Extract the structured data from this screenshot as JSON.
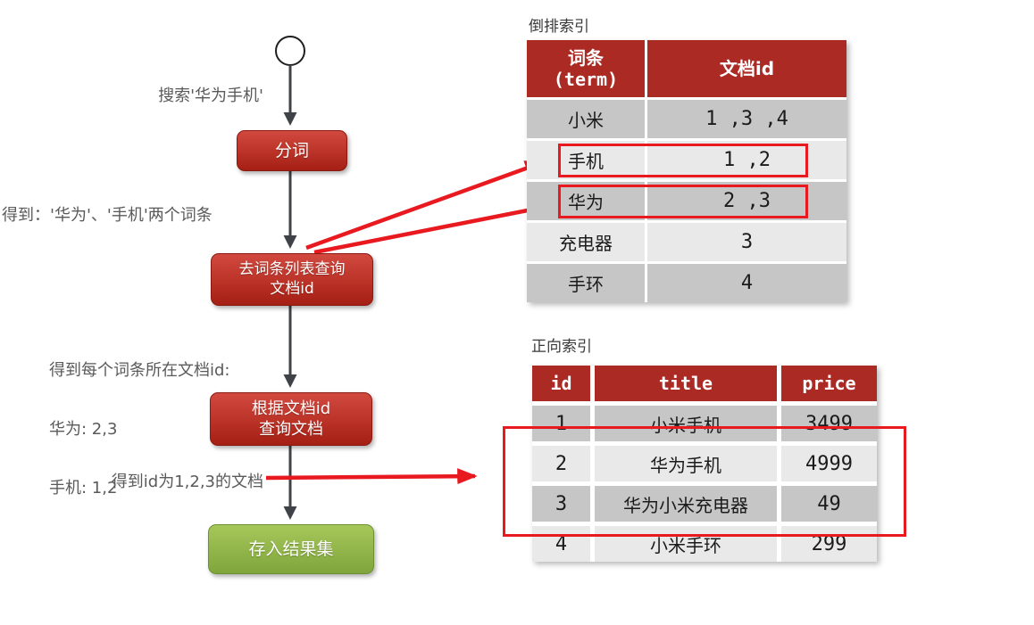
{
  "colors": {
    "accent_red": "#e8191f",
    "arrow_dark": "#3f4347",
    "label_gray": "#5a5a5a",
    "header_red": "#ac2a24",
    "row_dark": "#c6c6c6",
    "row_light": "#e9e9e9",
    "node_red_top": "#d1493f",
    "node_red_bottom": "#a41f14",
    "node_red_border": "#8a1a10",
    "node_green_top": "#a6c75a",
    "node_green_bottom": "#7fa53c",
    "node_green_border": "#6d9030"
  },
  "flowchart": {
    "nodes": {
      "segment": {
        "label": "分词"
      },
      "query_term_list": {
        "line1": "去词条列表查询",
        "line2": "文档id"
      },
      "query_docs": {
        "line1": "根据文档id",
        "line2": "查询文档"
      },
      "store_results": {
        "label": "存入结果集"
      }
    },
    "labels": {
      "search_input": "搜索'华为手机'",
      "terms_result": "得到：'华为'、'手机'两个词条",
      "docids_result_line1": "得到每个词条所在文档id:",
      "docids_result_line2": "华为: 2,3",
      "docids_result_line3": "手机: 1,2",
      "docs_result": "得到id为1,2,3的文档"
    }
  },
  "inverted_index": {
    "title": "倒排索引",
    "header": {
      "term_line1": "词条",
      "term_line2": "(term)",
      "docid": "文档id"
    },
    "rows": [
      {
        "term": "小米",
        "docids": "1 ,3 ,4"
      },
      {
        "term": "手机",
        "docids": "1 ,2"
      },
      {
        "term": "华为",
        "docids": "2 ,3"
      },
      {
        "term": "充电器",
        "docids": "3"
      },
      {
        "term": "手环",
        "docids": "4"
      }
    ]
  },
  "forward_index": {
    "title": "正向索引",
    "header": {
      "id": "id",
      "title": "title",
      "price": "price"
    },
    "rows": [
      {
        "id": "1",
        "title": "小米手机",
        "price": "3499"
      },
      {
        "id": "2",
        "title": "华为手机",
        "price": "4999"
      },
      {
        "id": "3",
        "title": "华为小米充电器",
        "price": "49"
      },
      {
        "id": "4",
        "title": "小米手环",
        "price": "299"
      }
    ]
  }
}
